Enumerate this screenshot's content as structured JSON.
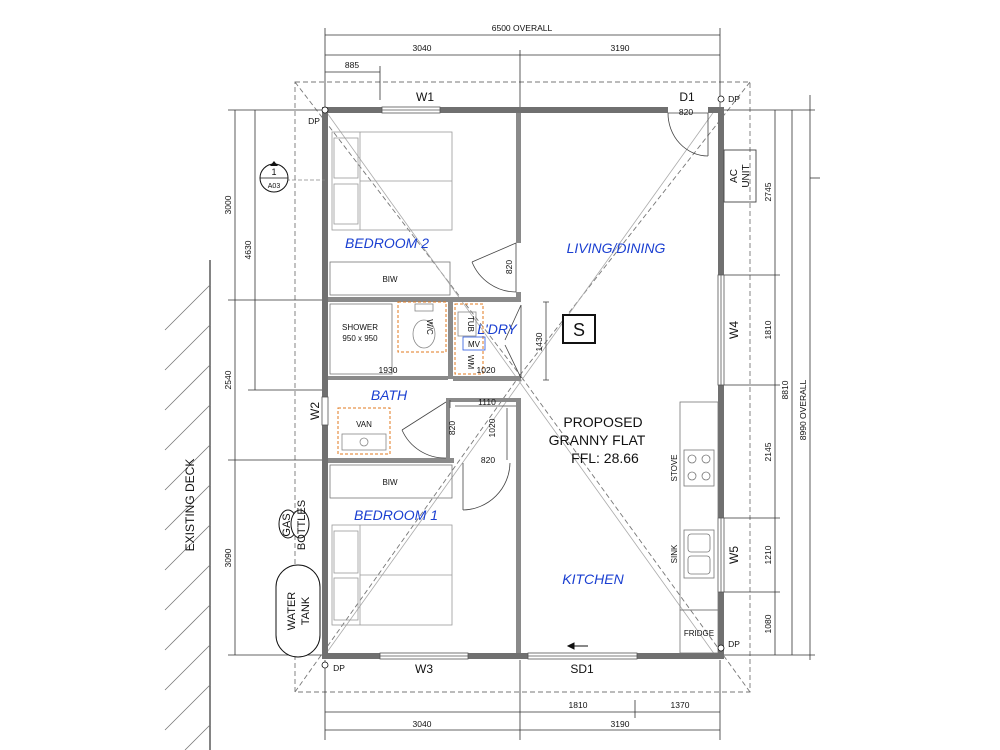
{
  "plan": {
    "overall_width": "6500 OVERALL",
    "overall_depth": "8990 OVERALL",
    "top_dims": {
      "left": "3040",
      "right": "3190",
      "small": "885"
    },
    "bottom_dims": {
      "left": "3040",
      "right": "3190",
      "sd_left": "1810",
      "sd_right": "1370"
    },
    "left_dims": {
      "a": "3000",
      "b": "4630",
      "c": "2540",
      "d": "3090"
    },
    "right_dims": {
      "a": "2745",
      "b": "1810",
      "c": "2145",
      "d": "1210",
      "e": "1080",
      "f": "8810"
    },
    "rooms": {
      "bedroom2": "BEDROOM 2",
      "bedroom1": "BEDROOM 1",
      "living": "LIVING/DINING",
      "kitchen": "KITCHEN",
      "bath": "BATH",
      "laundry": "L'DRY"
    },
    "fixtures": {
      "biw": "BIW",
      "shower_1": "SHOWER",
      "shower_2": "950 x 950",
      "wc": "W/C",
      "tub": "TUB",
      "wm": "WM",
      "mv": "MV",
      "van": "VAN",
      "stove": "STOVE",
      "sink": "SINK",
      "fridge": "FRIDGE",
      "ac_1": "AC",
      "ac_2": "UNIT",
      "smoke": "S"
    },
    "openings": {
      "w1": "W1",
      "w2": "W2",
      "w3": "W3",
      "w4": "W4",
      "w5": "W5",
      "d1": "D1",
      "sd1": "SD1"
    },
    "door_sizes": {
      "d1": "820",
      "bed2": "820",
      "bath": "820",
      "bed1": "820"
    },
    "internal_dims": {
      "bath_w": "1930",
      "ldry_w": "1020",
      "ldry_h": "1430",
      "hall_w": "1110",
      "hall_h": "1020"
    },
    "downpipe": "DP",
    "title": {
      "line1": "PROPOSED",
      "line2": "GRANNY FLAT",
      "line3": "FFL: 28.66"
    },
    "section_marker": {
      "number": "1",
      "sheet": "A03"
    },
    "external": {
      "deck": "EXISTING DECK",
      "gas_1": "GAS",
      "gas_2": "BOTTLES",
      "tank_1": "WATER",
      "tank_2": "TANK"
    }
  }
}
